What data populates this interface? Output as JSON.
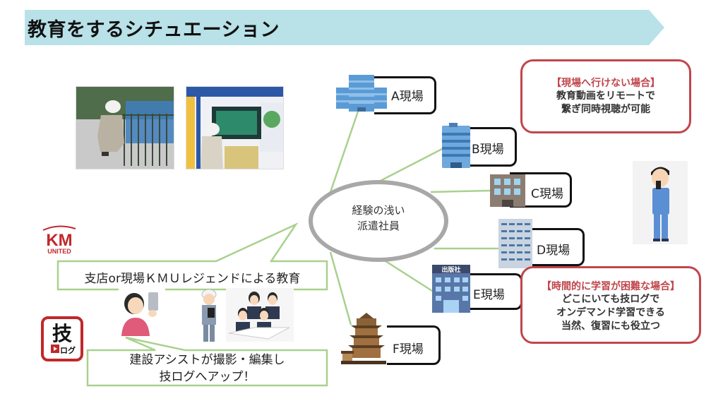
{
  "title": "教育をするシチュエーション",
  "colors": {
    "banner": "#b8e1e8",
    "green_line": "#a9d18e",
    "red_accent": "#c0464b",
    "ellipse_border": "#a8a8a8",
    "building_blue": "#5b9bd5"
  },
  "center": {
    "line1": "経験の浅い",
    "line2": "派遣社員"
  },
  "sites": [
    {
      "label": "A現場",
      "icon": "office-building-icon"
    },
    {
      "label": "B現場",
      "icon": "tall-building-icon"
    },
    {
      "label": "C現場",
      "icon": "small-building-icon"
    },
    {
      "label": "D現場",
      "icon": "highrise-building-icon"
    },
    {
      "label": "E現場",
      "icon": "publisher-building-icon",
      "sign": "出版社"
    },
    {
      "label": "F現場",
      "icon": "pagoda-icon"
    }
  ],
  "callout_remote": {
    "heading": "【現場へ行けない場合】",
    "lines": [
      "教育動画をリモートで",
      "繋ぎ同時視聴が可能"
    ]
  },
  "callout_ondemand": {
    "heading": "【時間的に学習が困難な場合】",
    "lines": [
      "どこにいても技ログで",
      "オンデマンド学習できる",
      "当然、復習にも役立つ"
    ]
  },
  "education_bubble": {
    "text": "支店or現場ＫＭＵレジェンドによる教育"
  },
  "upload_bubble": {
    "line1": "建設アシストが撮影・編集し",
    "line2": "技ログへアップ！"
  },
  "logos": {
    "km_united": {
      "main": "KM",
      "sub": "UNITED"
    },
    "waza_log": {
      "kanji": "技",
      "sub": "ログ"
    }
  }
}
